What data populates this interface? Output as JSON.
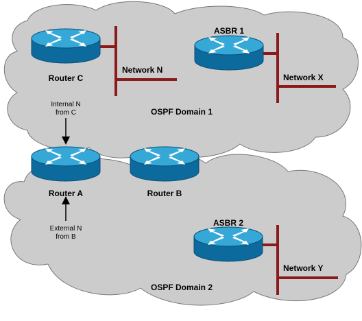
{
  "domains": {
    "domain1": "OSPF Domain 1",
    "domain2": "OSPF Domain 2"
  },
  "routers": {
    "router_c": "Router C",
    "asbr1": "ASBR 1",
    "router_a": "Router A",
    "router_b": "Router B",
    "asbr2": "ASBR 2"
  },
  "networks": {
    "network_n": "Network N",
    "network_x": "Network X",
    "network_y": "Network Y"
  },
  "annotations": {
    "internal_line1": "Internal N",
    "internal_line2": "from C",
    "external_line1": "External N",
    "external_line2": "from B"
  },
  "colors": {
    "cloud_fill": "#cccccc",
    "cloud_stroke": "#777777",
    "router_top": "#35a8d8",
    "router_side": "#0d6a9c",
    "network_line": "#8b1a1a"
  }
}
